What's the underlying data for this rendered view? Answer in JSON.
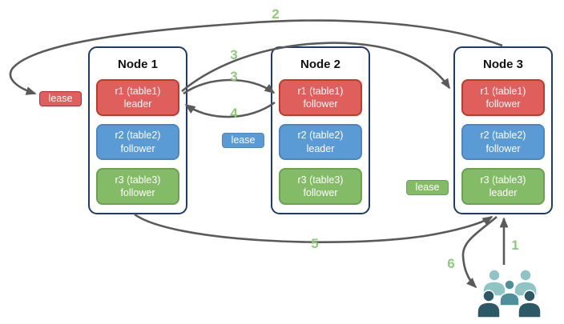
{
  "nodes": [
    {
      "title": "Node 1",
      "ranges": [
        {
          "name": "r1 (table1)",
          "role": "leader",
          "color": "#de5f5c"
        },
        {
          "name": "r2 (table2)",
          "role": "follower",
          "color": "#5b9bd5"
        },
        {
          "name": "r3 (table3)",
          "role": "follower",
          "color": "#84bb67"
        }
      ]
    },
    {
      "title": "Node 2",
      "ranges": [
        {
          "name": "r1 (table1)",
          "role": "follower",
          "color": "#de5f5c"
        },
        {
          "name": "r2 (table2)",
          "role": "leader",
          "color": "#5b9bd5"
        },
        {
          "name": "r3 (table3)",
          "role": "follower",
          "color": "#84bb67"
        }
      ]
    },
    {
      "title": "Node 3",
      "ranges": [
        {
          "name": "r1 (table1)",
          "role": "follower",
          "color": "#de5f5c"
        },
        {
          "name": "r2 (table2)",
          "role": "follower",
          "color": "#5b9bd5"
        },
        {
          "name": "r3 (table3)",
          "role": "leader",
          "color": "#84bb67"
        }
      ]
    }
  ],
  "leases": [
    {
      "label": "lease",
      "color": "#de5f5c"
    },
    {
      "label": "lease",
      "color": "#5b9bd5"
    },
    {
      "label": "lease",
      "color": "#84bb67"
    }
  ],
  "steps": {
    "step1": "1",
    "step2": "2",
    "step3a": "3",
    "step3b": "3",
    "step4": "4",
    "step5": "5",
    "step6": "6"
  },
  "icons": {
    "users_group": "users-group-icon"
  },
  "colors": {
    "node_border": "#1f3c67",
    "arrow": "#5a5a5a",
    "step_label": "#8ec97c",
    "range_red": "#de5f5c",
    "range_blue": "#5b9bd5",
    "range_green": "#84bb67",
    "users_light": "#8ec4c3",
    "users_medium": "#4f8f9a",
    "users_dark": "#2d5866"
  }
}
